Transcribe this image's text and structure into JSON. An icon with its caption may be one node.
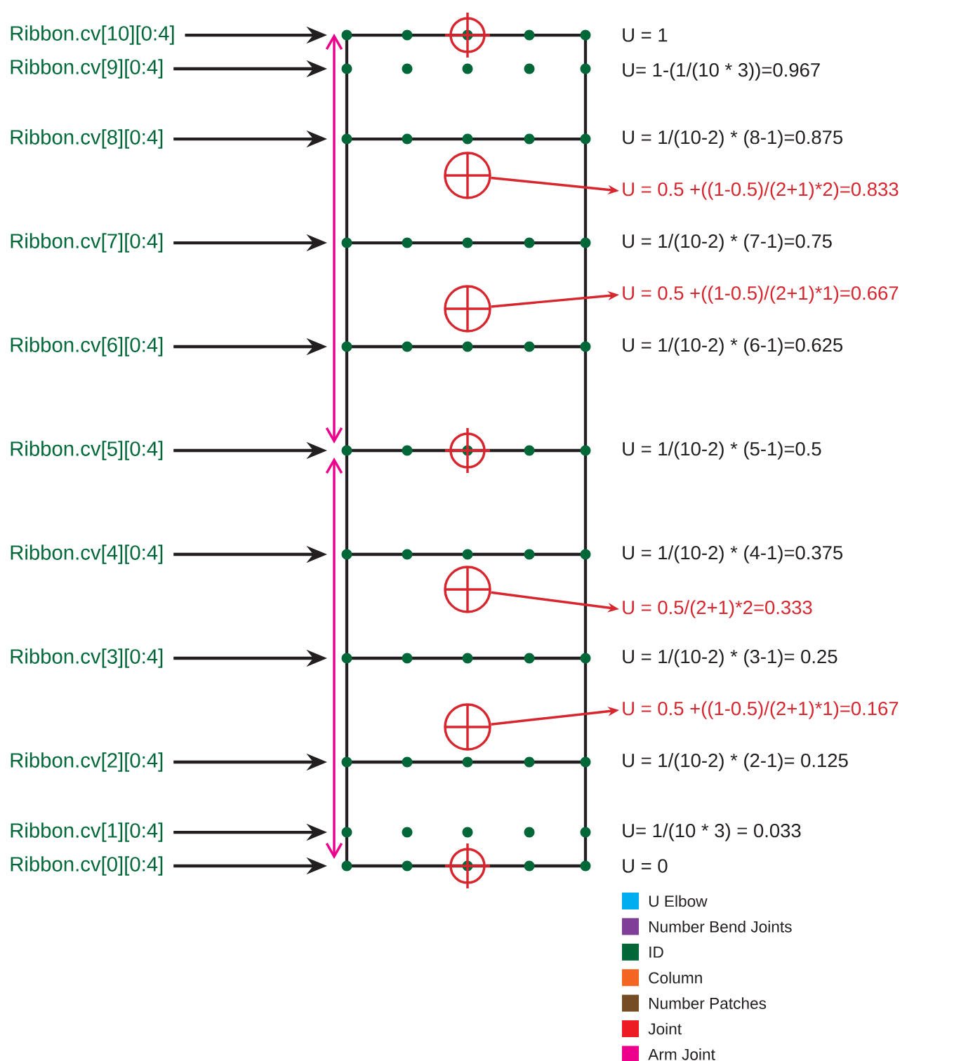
{
  "diagram": {
    "nodes": [
      {
        "text": [
          "Ribbon.cv[10][0:4]"
        ]
      },
      {
        "text": [
          "Ribbon.cv[9][0:4]"
        ]
      },
      {
        "text": [
          "Ribbon.cv[8][0:4]"
        ]
      },
      {
        "text": [
          "Ribbon.cv[7][0:4]"
        ]
      },
      {
        "text": [
          "Ribbon.cv[6][0:4]"
        ]
      },
      {
        "text": [
          "Ribbon.cv[5][0:4]"
        ]
      },
      {
        "text": [
          "Ribbon.cv[4][0:4]"
        ]
      },
      {
        "text": [
          "Ribbon.cv[3][0:4]"
        ]
      },
      {
        "text": [
          "Ribbon.cv[2][0:4]"
        ]
      },
      {
        "text": [
          "Ribbon.cv[1][0:4]"
        ]
      },
      {
        "text": [
          "Ribbon.cv[0][0:4]"
        ]
      },
      {
        "text": [],
        "shape": "circle"
      },
      {
        "text": [
          "U = 0.5 +((1-0.5)/(2+1)*2)=0.833"
        ]
      },
      {
        "text": [],
        "shape": "circle"
      },
      {
        "text": [
          "U = 0.5 +((1-0.5)/(2+1)*1)=0.667"
        ]
      },
      {
        "text": [],
        "shape": "circle"
      },
      {
        "text": [
          "U = 0.5/(2+1)*2=0.333"
        ]
      },
      {
        "text": [],
        "shape": "circle"
      },
      {
        "text": [
          "U = 0.5 +((1-0.5)/(2+1)*1)=0.167"
        ]
      }
    ],
    "edges": [
      {
        "from": 0,
        "to": null,
        "arrow": "to"
      },
      {
        "from": 1,
        "to": null,
        "arrow": "to"
      },
      {
        "from": 2,
        "to": null,
        "arrow": "to"
      },
      {
        "from": 3,
        "to": null,
        "arrow": "to"
      },
      {
        "from": 4,
        "to": null,
        "arrow": "to"
      },
      {
        "from": 5,
        "to": null,
        "arrow": "to"
      },
      {
        "from": 6,
        "to": null,
        "arrow": "to"
      },
      {
        "from": 7,
        "to": null,
        "arrow": "to"
      },
      {
        "from": 8,
        "to": null,
        "arrow": "to"
      },
      {
        "from": 9,
        "to": null,
        "arrow": "to"
      },
      {
        "from": 10,
        "to": null,
        "arrow": "to"
      },
      {
        "from": 11,
        "to": 12,
        "arrow": "to",
        "color": "#d7262e"
      },
      {
        "from": 13,
        "to": 14,
        "arrow": "to",
        "color": "#d7262e"
      },
      {
        "from": 15,
        "to": 16,
        "arrow": "to",
        "color": "#d7262e"
      },
      {
        "from": 17,
        "to": 18,
        "arrow": "to",
        "color": "#d7262e"
      }
    ],
    "labels": [
      "U = 1",
      "U= 1-(1/(10 * 3))=0.967",
      "U = 1/(10-2) * (8-1)=0.875",
      "U = 1/(10-2) * (7-1)=0.75",
      "U = 1/(10-2) * (6-1)=0.625",
      "U = 1/(10-2) * (5-1)=0.5",
      "U = 1/(10-2) * (4-1)=0.375",
      "U = 1/(10-2) * (3-1)= 0.25",
      "U = 1/(10-2) * (2-1)= 0.125",
      "U= 1/(10 * 3) = 0.033",
      "U = 0"
    ],
    "legend": [
      {
        "text": "U Elbow",
        "color": "#00aeef"
      },
      {
        "text": "Number Bend Joints",
        "color": "#7f3f98"
      },
      {
        "text": "ID",
        "color": "#006838"
      },
      {
        "text": "Column",
        "color": "#f26522"
      },
      {
        "text": "Number Patches",
        "color": "#754c24"
      },
      {
        "text": "Joint",
        "color": "#ed1c24"
      },
      {
        "text": "Arm Joint",
        "color": "#ec008c"
      }
    ]
  }
}
